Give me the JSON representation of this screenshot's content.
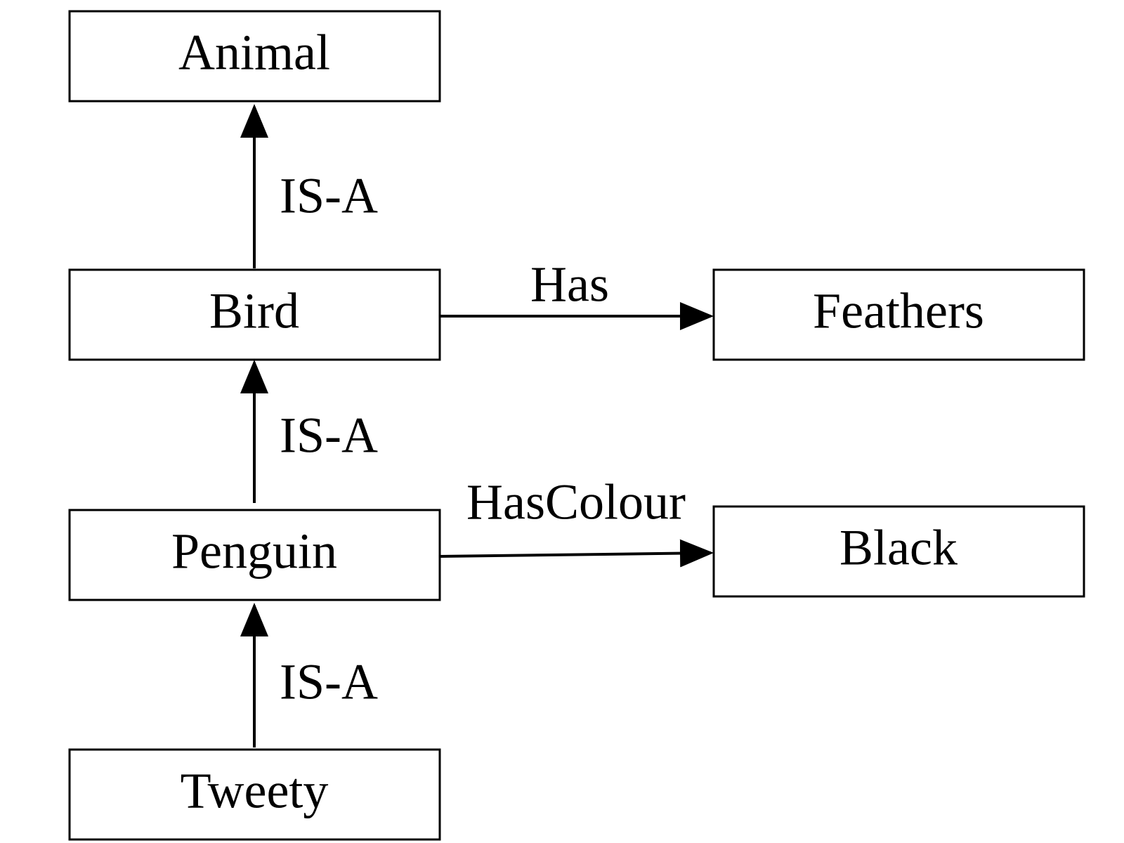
{
  "nodes": {
    "animal": "Animal",
    "bird": "Bird",
    "feathers": "Feathers",
    "penguin": "Penguin",
    "black": "Black",
    "tweety": "Tweety"
  },
  "edges": {
    "bird_animal": "IS-A",
    "bird_feathers": "Has",
    "penguin_bird": "IS-A",
    "penguin_black": "HasColour",
    "tweety_penguin": "IS-A"
  }
}
